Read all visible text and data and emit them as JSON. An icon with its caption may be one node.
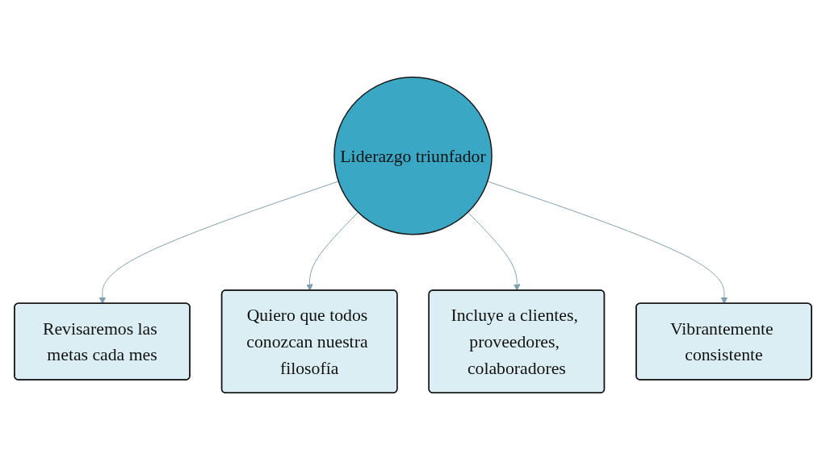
{
  "diagram": {
    "nodes": [
      {
        "text": [
          "Revisaremos las metas cada mes"
        ]
      },
      {
        "text": [
          "Quiero que todos conozcan nuestra filosofía"
        ]
      },
      {
        "text": [
          "Liderazgo triunfador"
        ]
      },
      {
        "text": [
          "Incluye a clientes, proveedores, colaboradores"
        ]
      },
      {
        "text": [
          "Vibrantemente consistente"
        ]
      }
    ],
    "edges": [
      {
        "from": 2,
        "to": 0,
        "arrow": "to"
      },
      {
        "from": 2,
        "to": 1,
        "arrow": "to"
      },
      {
        "from": 2,
        "to": 3,
        "arrow": "to"
      },
      {
        "from": 2,
        "to": 4,
        "arrow": "to"
      }
    ]
  }
}
